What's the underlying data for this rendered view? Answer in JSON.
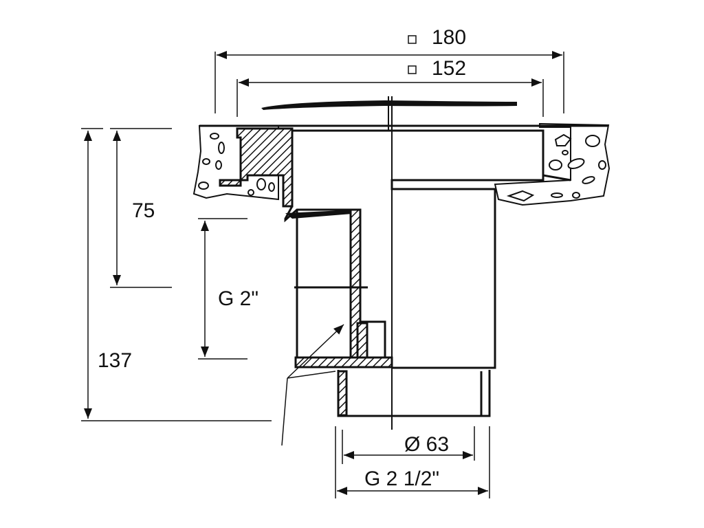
{
  "dimensions": {
    "width_outer": "180",
    "width_inner": "152",
    "height_upper": "75",
    "height_total": "137",
    "thread_side": "G 2\"",
    "diameter_pipe": "Ø 63",
    "thread_bottom": "G 2 1/2\""
  }
}
